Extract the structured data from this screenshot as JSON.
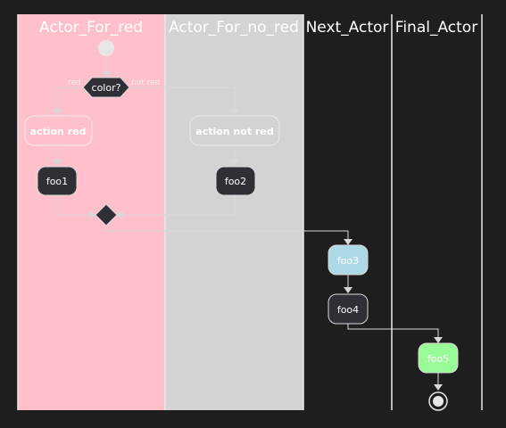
{
  "swimlanes": [
    {
      "title": "Actor_For_red",
      "color": "#ffc0cb"
    },
    {
      "title": "Actor_For_no_red",
      "color": "#d3d3d3"
    },
    {
      "title": "Next_Actor",
      "color": "#1e1e1e"
    },
    {
      "title": "Final_Actor",
      "color": "#1e1e1e"
    }
  ],
  "decision": {
    "label": "color?",
    "yes_branch": "red",
    "no_branch": "not red"
  },
  "actions": {
    "action_red": "action red",
    "action_not_red": "action not red",
    "foo1": "foo1",
    "foo2": "foo2",
    "foo3": "foo3",
    "foo4": "foo4",
    "foo5": "foo5"
  },
  "colors": {
    "background": "#1e1e1e",
    "dark_node": "#2f2f35",
    "foo3_fill": "#add8e6",
    "foo5_fill": "#98fb98",
    "line": "#d8d8d8"
  }
}
